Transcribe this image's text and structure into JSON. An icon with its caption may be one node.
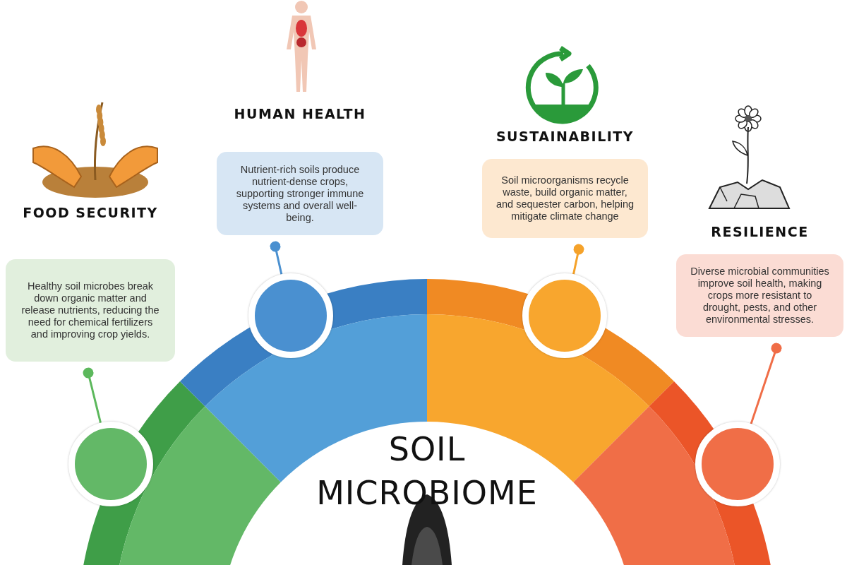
{
  "diagram": {
    "title": "SOIL MICROBIOME",
    "nodes": [
      {
        "text": [
          "FOOD SECURITY",
          "Healthy soil microbes break down organic matter and release nutrients, reducing the need for chemical fertilizers and improving crop yields."
        ]
      },
      {
        "text": [
          "HUMAN HEALTH",
          "Nutrient-rich soils produce nutrient-dense crops, supporting stronger immune systems and overall well-being."
        ]
      },
      {
        "text": [
          "SUSTAINABILITY",
          "Soil microorganisms recycle waste, build organic matter, and sequester carbon, helping mitigate climate change"
        ]
      },
      {
        "text": [
          "RESILIENCE",
          "Diverse microbial communities improve soil health, making crops more resistant to drought, pests, and other environmental stresses."
        ]
      },
      {
        "text": [],
        "shape": "circle"
      },
      {
        "text": [],
        "shape": "circle"
      },
      {
        "text": [],
        "shape": "circle"
      },
      {
        "text": [],
        "shape": "circle"
      }
    ],
    "edges": [
      {
        "from": 4,
        "to": 0,
        "arrow": "other",
        "color": "#5cb85c"
      },
      {
        "from": 5,
        "to": 1,
        "arrow": "other",
        "color": "#4a90d0"
      },
      {
        "from": 6,
        "to": 2,
        "arrow": "other",
        "color": "#f5a22a"
      },
      {
        "from": 7,
        "to": 3,
        "arrow": "other",
        "color": "#f06d47"
      }
    ]
  }
}
